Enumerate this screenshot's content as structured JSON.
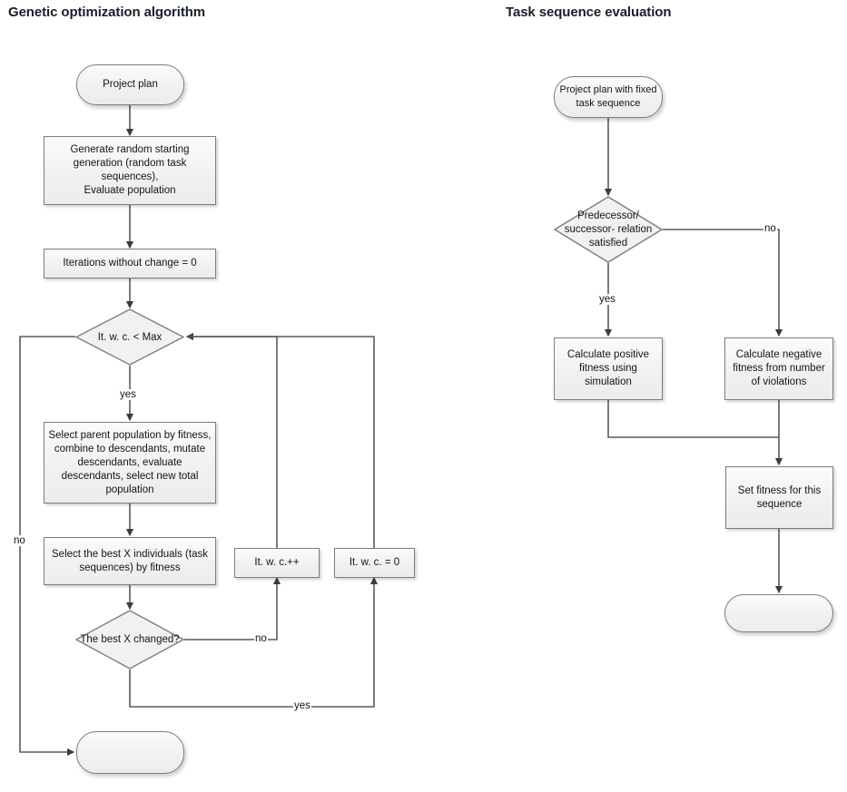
{
  "page": {
    "background": "#ffffff",
    "shape_fill": "#f1f1f1",
    "shape_border": "#7d7d7d",
    "line_color": "#5a5a5a",
    "text_color": "#141414"
  },
  "diagrams": {
    "left": {
      "title": "Genetic optimization algorithm",
      "nodes": {
        "start": {
          "label": "Project plan",
          "shape": "terminator"
        },
        "generate": {
          "label": "Generate random starting generation (random task sequences),\nEvaluate population",
          "shape": "process"
        },
        "reset_counter": {
          "label": "Iterations without change  = 0",
          "shape": "process"
        },
        "check_max": {
          "label": "It. w. c. < Max",
          "shape": "decision"
        },
        "select_parents": {
          "label": "Select parent population by fitness, combine to descendants, mutate descendants, evaluate descendants, select new total population",
          "shape": "process"
        },
        "select_best": {
          "label": "Select the best X individuals (task sequences) by fitness",
          "shape": "process"
        },
        "best_changed": {
          "label": "The best X changed?",
          "shape": "decision"
        },
        "increment": {
          "label": "It. w. c.++",
          "shape": "process"
        },
        "reset": {
          "label": "It. w. c. = 0",
          "shape": "process"
        },
        "end": {
          "label": "",
          "shape": "terminator"
        }
      },
      "edge_labels": {
        "check_max_yes": "yes",
        "check_max_no": "no",
        "best_changed_no": "no",
        "best_changed_yes": "yes"
      }
    },
    "right": {
      "title": "Task sequence evaluation",
      "nodes": {
        "start": {
          "label": "Project plan with fixed task sequence",
          "shape": "terminator"
        },
        "relation_check": {
          "label": "Predecessor/ successor- relation satisfied",
          "shape": "decision"
        },
        "positive_fitness": {
          "label": "Calculate positive fitness using simulation",
          "shape": "process"
        },
        "negative_fitness": {
          "label": "Calculate negative fitness from number of violations",
          "shape": "process"
        },
        "set_fitness": {
          "label": "Set fitness for this sequence",
          "shape": "process"
        },
        "end": {
          "label": "",
          "shape": "terminator"
        }
      },
      "edge_labels": {
        "relation_yes": "yes",
        "relation_no": "no"
      }
    }
  }
}
